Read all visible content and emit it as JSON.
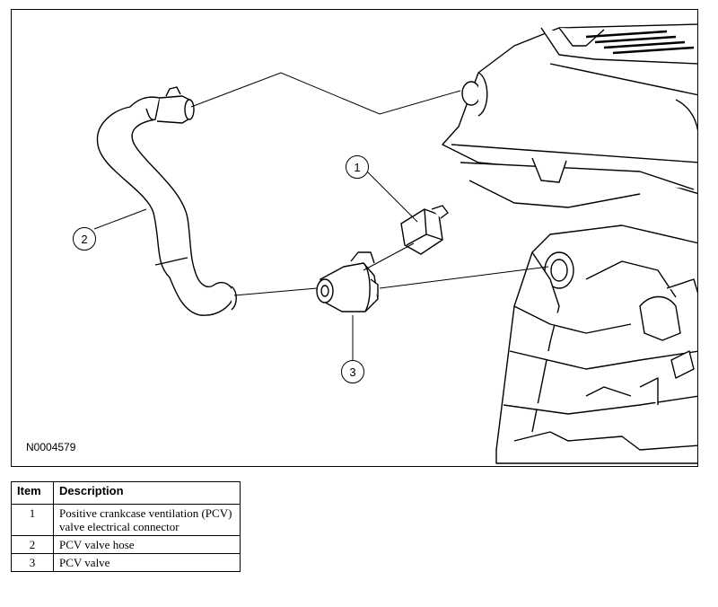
{
  "figure": {
    "id": "N0004579",
    "callouts": [
      "1",
      "2",
      "3"
    ]
  },
  "legend": {
    "headers": {
      "item": "Item",
      "description": "Description"
    },
    "rows": [
      {
        "item": "1",
        "description": "Positive crankcase ventilation (PCV) valve electrical connector"
      },
      {
        "item": "2",
        "description": "PCV valve hose"
      },
      {
        "item": "3",
        "description": "PCV valve"
      }
    ]
  }
}
